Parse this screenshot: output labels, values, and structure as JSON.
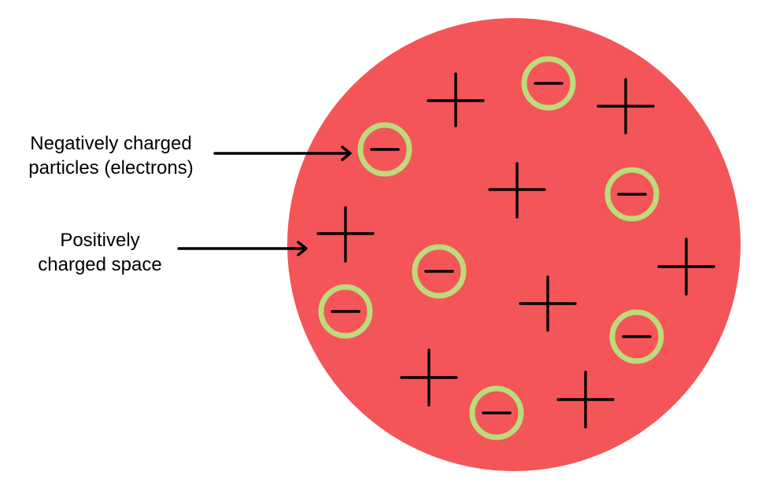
{
  "labels": {
    "electrons": {
      "line1": "Negatively charged",
      "line2": "particles (electrons)"
    },
    "positive_space": {
      "line1": "Positively",
      "line2": "charged space"
    }
  },
  "colors": {
    "sphere": "#f45558",
    "electron_ring": "#bcdb7a",
    "charge_mark": "#000000",
    "arrow": "#000000",
    "background": "#ffffff"
  },
  "icons": {
    "electron": "minus-in-circle",
    "positive_charge": "plus-sign"
  }
}
